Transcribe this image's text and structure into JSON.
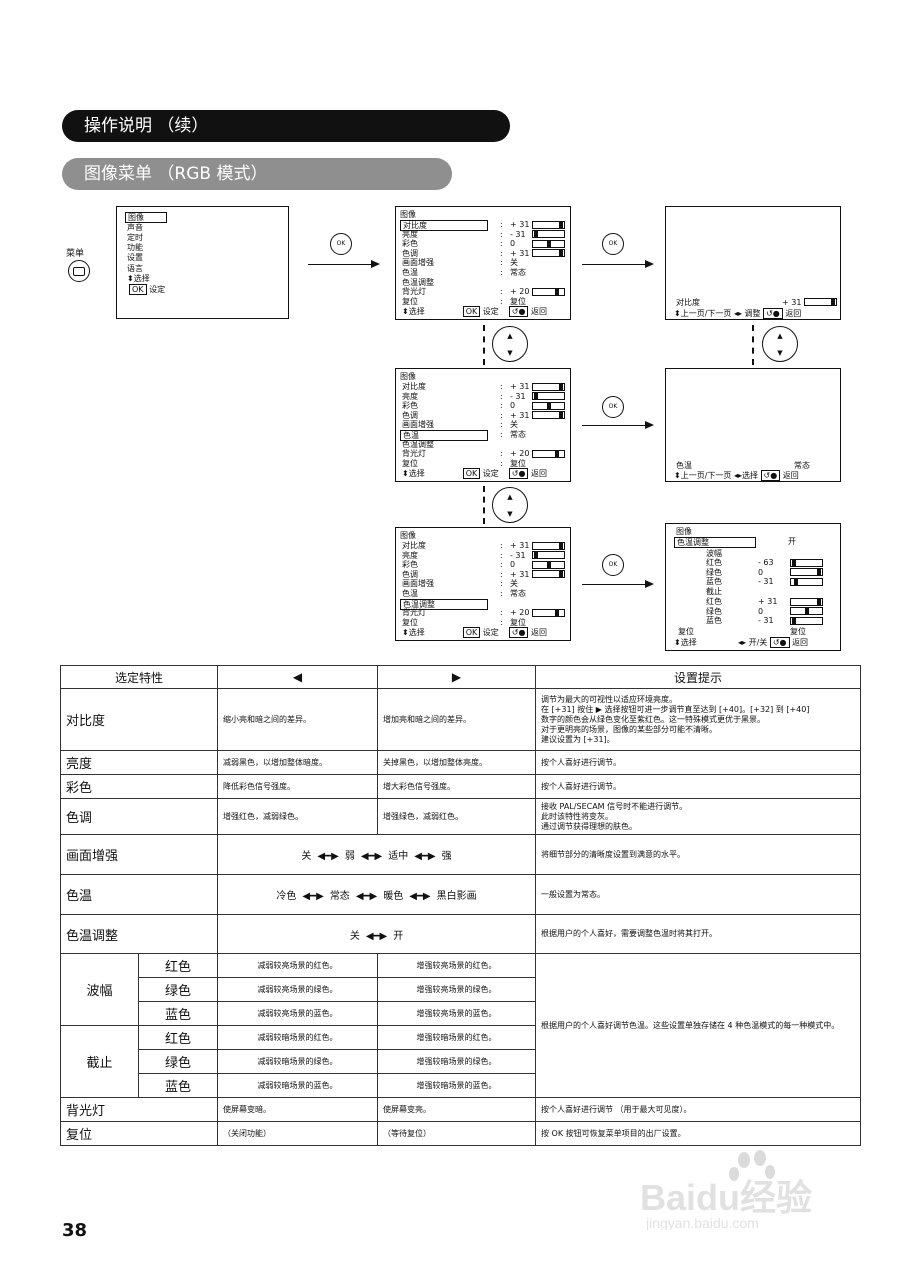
{
  "section_title": "操作说明 （续）",
  "subsection_title": "图像菜单 （RGB 模式）",
  "menu_button_label": "菜单",
  "ok_label": "OK",
  "main_menu": {
    "items": [
      "图像",
      "声音",
      "定时",
      "功能",
      "设置",
      "语言"
    ],
    "select_hint": "选择",
    "ok_hint": "OK",
    "ok_hint_text": "设定"
  },
  "picture_menu": {
    "title": "图像",
    "items": [
      {
        "label": "对比度",
        "value": "+ 31",
        "bar": 0.95
      },
      {
        "label": "亮度",
        "value": "- 31",
        "bar": 0.05
      },
      {
        "label": "彩色",
        "value": "0",
        "bar": 0.5
      },
      {
        "label": "色调",
        "value": "+ 31",
        "bar": 0.95
      },
      {
        "label": "画面增强",
        "value": "关"
      },
      {
        "label": "色温",
        "value": "常态"
      },
      {
        "label": "色温调整",
        "value": ""
      },
      {
        "label": "背光灯",
        "value": "+ 20",
        "bar": 0.8
      },
      {
        "label": "复位",
        "value": "复位"
      }
    ],
    "footer_select": "选择",
    "footer_ok": "OK",
    "footer_set": "设定",
    "footer_back": "返回"
  },
  "contrast_sub": {
    "label": "对比度",
    "value": "+ 31",
    "footer": "上一页/下一页",
    "adjust": "调整",
    "back": "返回"
  },
  "colortemp_sub": {
    "label": "色温",
    "value": "常态",
    "footer": "上一页/下一页",
    "select": "选择",
    "back": "返回"
  },
  "colortemp_adjust_menu": {
    "title": "图像",
    "header_label": "色温调整",
    "header_value": "开",
    "group1": "波幅",
    "group2": "截止",
    "rows1": [
      {
        "label": "红色",
        "value": "- 63",
        "bar": 0.02
      },
      {
        "label": "绿色",
        "value": "0",
        "bar": 0.95
      },
      {
        "label": "蓝色",
        "value": "- 31",
        "bar": 0.12
      }
    ],
    "rows2": [
      {
        "label": "红色",
        "value": "+ 31",
        "bar": 0.95
      },
      {
        "label": "绿色",
        "value": "0",
        "bar": 0.5
      },
      {
        "label": "蓝色",
        "value": "- 31",
        "bar": 0.05
      }
    ],
    "reset_label": "复位",
    "reset_value": "复位",
    "footer_select": "选择",
    "footer_toggle": "开/关",
    "footer_back": "返回"
  },
  "table": {
    "headers": [
      "选定特性",
      "◀",
      "▶",
      "设置提示"
    ],
    "rows": [
      {
        "name": "对比度",
        "left": "缩小亮和暗之间的差异。",
        "right": "增加亮和暗之间的差异。",
        "tip": [
          "调节为最大的可视性以适应环境亮度。",
          "在 [+31] 按住 ▶ 选择按钮可进一步调节直至达到 [+40]。[+32] 到 [+40]",
          "数字的颜色会从绿色变化至紫红色。这一特殊模式更优于黑景。",
          "对于更明亮的场景，图像的某些部分可能不清晰。",
          "建议设置为 [+31]。"
        ]
      },
      {
        "name": "亮度",
        "left": "减弱黑色，以增加整体暗度。",
        "right": "关掉黑色，以增加整体亮度。",
        "tip": [
          "按个人喜好进行调节。"
        ]
      },
      {
        "name": "彩色",
        "left": "降低彩色信号强度。",
        "right": "增大彩色信号强度。",
        "tip": [
          "按个人喜好进行调节。"
        ]
      },
      {
        "name": "色调",
        "left": "增强红色，减弱绿色。",
        "right": "增强绿色，减弱红色。",
        "tip": [
          "接收 PAL/SECAM 信号时不能进行调节。",
          "此时该特性将变灰。",
          "通过调节获得理想的肤色。"
        ]
      },
      {
        "name": "画面增强",
        "cycle": [
          "关",
          "弱",
          "适中",
          "强"
        ],
        "tip": [
          "将细节部分的清晰度设置到满意的水平。"
        ]
      },
      {
        "name": "色温",
        "cycle": [
          "冷色",
          "常态",
          "暖色",
          "黑白影画"
        ],
        "tip": [
          "一般设置为常态。"
        ]
      },
      {
        "name": "色温调整",
        "cycle": [
          "关",
          "开"
        ],
        "tip": [
          "根据用户的个人喜好，需要调整色温时将其打开。"
        ]
      }
    ],
    "amp_group": "波幅",
    "cut_group": "截止",
    "amp_rows": [
      {
        "color": "红色",
        "left": "减弱较亮场景的红色。",
        "right": "增强较亮场景的红色。"
      },
      {
        "color": "绿色",
        "left": "减弱较亮场景的绿色。",
        "right": "增强较亮场景的绿色。"
      },
      {
        "color": "蓝色",
        "left": "减弱较亮场景的蓝色。",
        "right": "增强较亮场景的蓝色。"
      }
    ],
    "cut_rows": [
      {
        "color": "红色",
        "left": "减弱较暗场景的红色。",
        "right": "增强较暗场景的红色。"
      },
      {
        "color": "绿色",
        "left": "减弱较暗场景的绿色。",
        "right": "增强较暗场景的绿色。"
      },
      {
        "color": "蓝色",
        "left": "减弱较暗场景的蓝色。",
        "right": "增强较暗场景的蓝色。"
      }
    ],
    "group_tip": "根据用户的个人喜好调节色温。这些设置单独存储在 4 种色温模式的每一种模式中。",
    "tail_rows": [
      {
        "name": "背光灯",
        "left": "使屏幕变暗。",
        "right": "使屏幕变亮。",
        "tip": "按个人喜好进行调节 （用于最大可见度）。"
      },
      {
        "name": "复位",
        "left": "（关闭功能）",
        "right": "（等待复位）",
        "tip": "按 OK 按钮可恢复菜单项目的出厂设置。"
      }
    ]
  },
  "page_number": "38",
  "watermark": {
    "brand": "Baidu经验",
    "url": "jingyan.baidu.com"
  }
}
